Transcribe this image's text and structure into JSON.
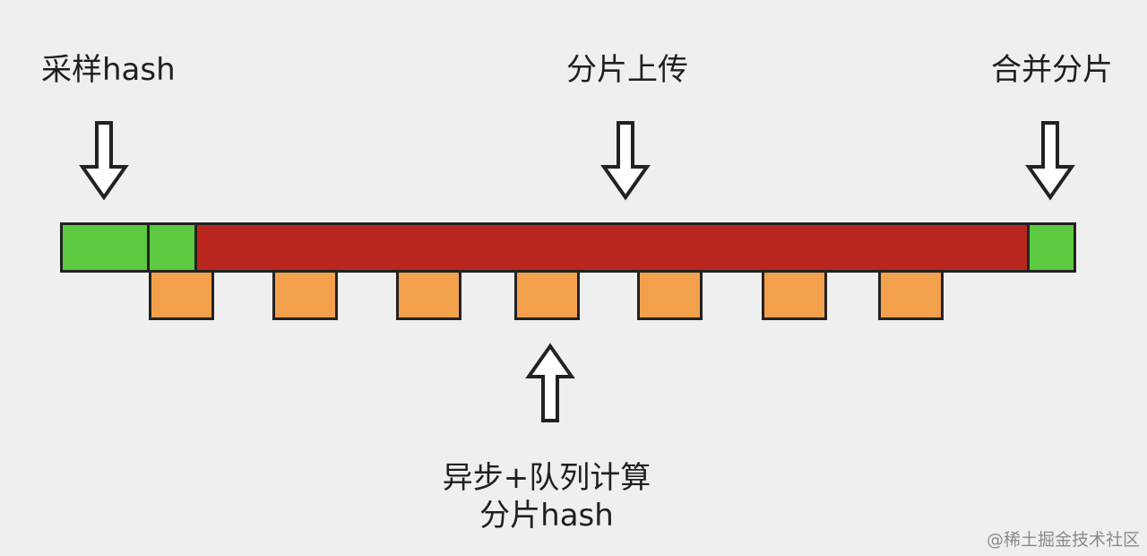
{
  "labels": {
    "sample_hash": "采样hash",
    "chunk_upload": "分片上传",
    "merge_chunks": "合并分片",
    "async_line1": "异步+队列计算",
    "async_line2": "分片hash"
  },
  "watermark": "@稀土掘金技术社区",
  "colors": {
    "background": "#efefef",
    "sampled_segment": "#5cc940",
    "file_body": "#b8261d",
    "chunk": "#f3a04d",
    "outline": "#222222"
  },
  "icons": {
    "down_arrows": "hollow-down-arrow-icon",
    "up_arrow": "hollow-up-arrow-icon"
  },
  "chunk_count": 7
}
